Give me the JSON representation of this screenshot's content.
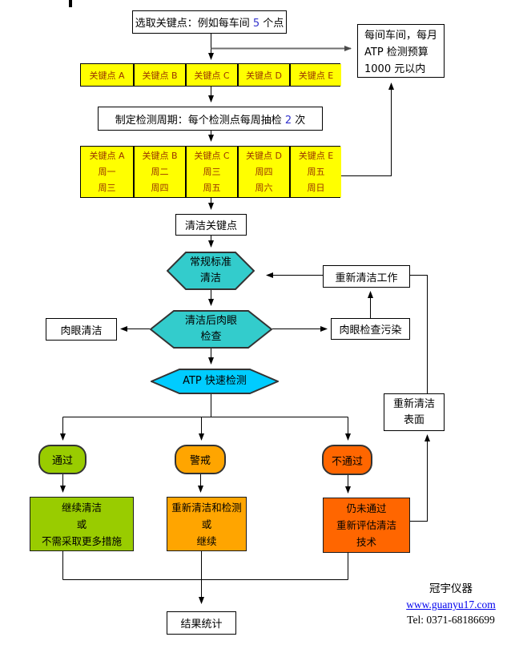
{
  "flowchart": {
    "top_box": {
      "prefix": "选取关键点：例如每车间 ",
      "number": "5",
      "suffix": " 个点"
    },
    "budget_box": "每间车间，每月\nATP 检测预算\n1000  元以内",
    "row1": [
      "关键点 A",
      "关键点 B",
      "关键点 C",
      "关键点 D",
      "关键点 E"
    ],
    "cycle_box": {
      "prefix": "制定检测周期：每个检测点每周抽检 ",
      "number": "2",
      "suffix": " 次"
    },
    "row2": [
      "关键点 A\n周一\n周三",
      "关键点 B\n周二\n周四",
      "关键点 C\n周三\n周五",
      "关键点 D\n周四\n周六",
      "关键点 E\n周五\n周日"
    ],
    "clean_points_box": "清洁关键点",
    "hex_standard": "常规标准\n清洁",
    "rework_box": "重新清洁工作",
    "hex_visual": "清洁后肉眼\n检查",
    "visual_clean_box": "肉眼清洁",
    "visual_dirty_box": "肉眼检查污染",
    "hex_atp": "ATP 快速检测",
    "reclean_surface_box": "重新清洁\n表面",
    "result_pass": "通过",
    "result_caution": "警戒",
    "result_fail": "不通过",
    "action_pass": "继续清洁\n或\n不需采取更多措施",
    "action_caution": "重新清洁和检测\n或\n继续",
    "action_fail": "仍未通过\n重新评估清洁\n技术",
    "stats_box": "结果统计"
  },
  "footer": {
    "company": "冠宇仪器",
    "website": "www.guanyu17.com",
    "tel": "Tel: 0371-68186699"
  },
  "colors": {
    "yellow": "#FFFF00",
    "cell-text": "#993300",
    "teal": "#33CCCC",
    "cyan": "#00CCFF",
    "green": "#99CC00",
    "orange": "#FFA500",
    "orangered": "#FF6600",
    "link": "#0000EE",
    "numblue": "#3333CC",
    "gray": "#707070",
    "stroke": "#333333"
  }
}
